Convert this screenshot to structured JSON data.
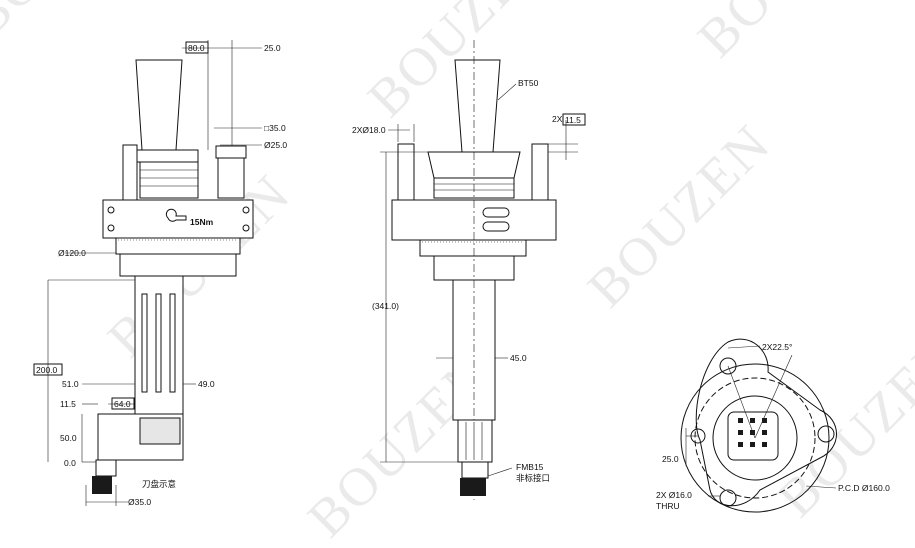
{
  "watermark": "BOUZEN",
  "view1": {
    "dims": {
      "d80": "80.0",
      "d25": "25.0",
      "sq35": "□35.0",
      "dia25": "Ø25.0",
      "torque": "15Nm",
      "dia120": "Ø120.0",
      "d200": "200.0",
      "d51": "51.0",
      "d49": "49.0",
      "d11_5": "11.5",
      "d64": "64.0",
      "d50": "50.0",
      "d0": "0.0",
      "dia35": "Ø35.0"
    },
    "note_cutter": "刀盘示意"
  },
  "view2": {
    "dims": {
      "bt50": "BT50",
      "dia18": "2XØ18.0",
      "x11_5_prefix": "2X",
      "x11_5": "11.5",
      "d341": "(341.0)",
      "d45": "45.0"
    },
    "fmb_label": "FMB15",
    "fmb_note": "非标接口"
  },
  "view3": {
    "dims": {
      "angle": "2X22.5°",
      "d25": "25.0",
      "holes_line1": "2X Ø16.0",
      "holes_line2": "THRU",
      "pcd": "P.C.D Ø160.0"
    }
  }
}
